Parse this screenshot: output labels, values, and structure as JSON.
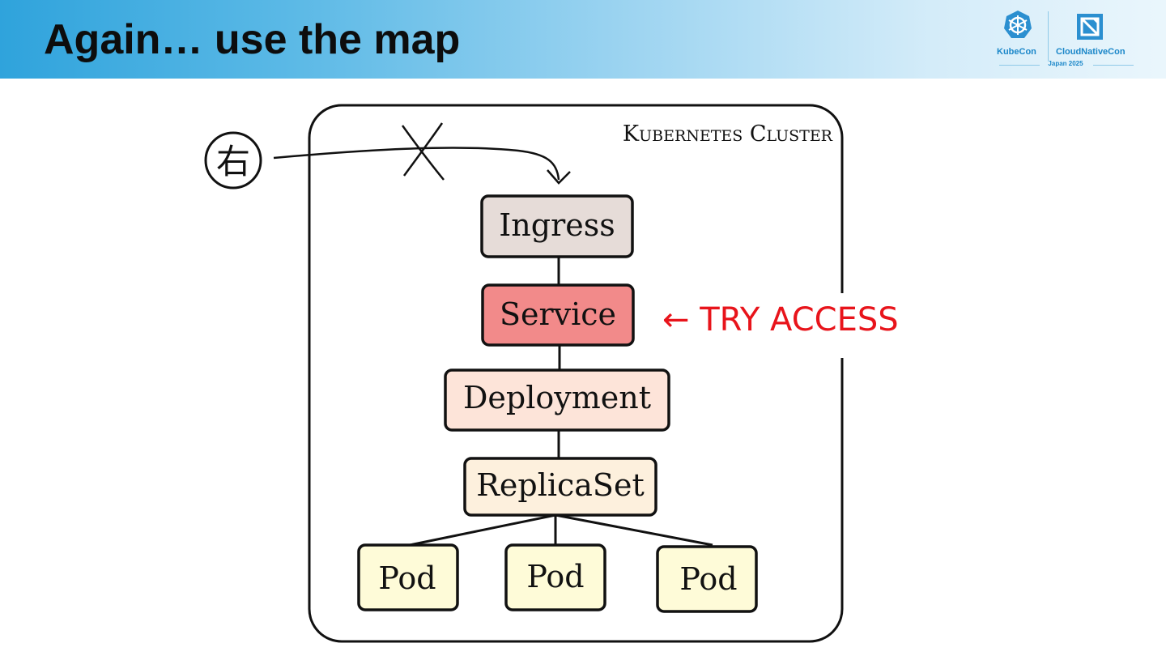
{
  "slide": {
    "title": "Again… use the map"
  },
  "logo": {
    "kubecon": "KubeCon",
    "cloudnativecon": "CloudNativeCon",
    "event": "Japan 2025",
    "kubecon_icon": "helm-wheel-icon",
    "cnc_icon": "cloudnativecon-square-icon"
  },
  "diagram": {
    "cluster_label": "Kubernetes Cluster",
    "user_symbol": "右",
    "blocked_mark": "X",
    "nodes": {
      "ingress": "Ingress",
      "service": "Service",
      "deployment": "Deployment",
      "replicaset": "ReplicaSet",
      "pod_1": "Pod",
      "pod_2": "Pod",
      "pod_3": "Pod"
    },
    "annotation": "← TRY ACCESS"
  },
  "colors": {
    "ingress": "#e6dcd8",
    "service": "#f28a8a",
    "deployment": "#fde4d9",
    "replicaset": "#fdf0dd",
    "pod": "#fefbd8",
    "annotation": "#e8141b"
  }
}
